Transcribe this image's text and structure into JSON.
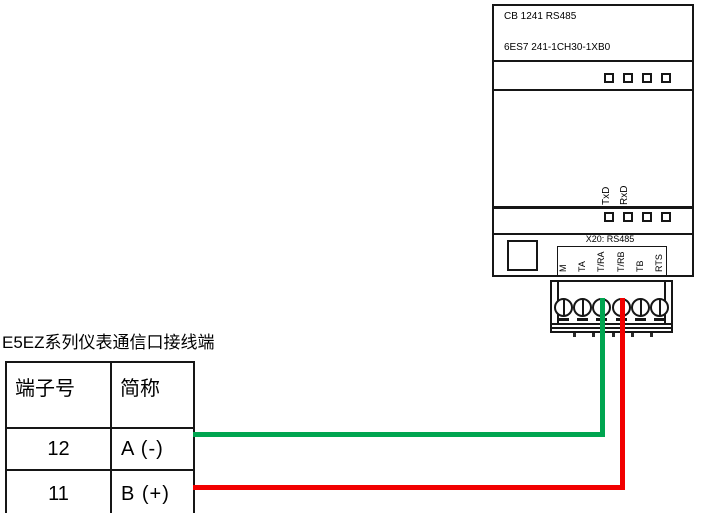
{
  "caption": "E5EZ系列仪表通信口接线端",
  "module": {
    "name": "CB 1241 RS485",
    "part_number": "6ES7 241-1CH30-1XB0",
    "signal_labels": [
      "TxD",
      "RxD"
    ],
    "port_label": "X20: RS485",
    "terminal_labels": [
      "M",
      "TA",
      "T/RA",
      "T/RB",
      "TB",
      "RTS"
    ]
  },
  "table": {
    "headers": [
      "端子号",
      "简称"
    ],
    "rows": [
      {
        "no": "12",
        "abbr": "A (-)"
      },
      {
        "no": "11",
        "abbr": "B (+)"
      }
    ]
  },
  "wires": [
    {
      "id": "wire-a",
      "color": "#00a550",
      "from_row": "12 A (-)",
      "to_terminal": "T/RA"
    },
    {
      "id": "wire-b",
      "color": "#f20000",
      "from_row": "11 B (+)",
      "to_terminal": "T/RB"
    }
  ],
  "colors": {
    "line": "#161616",
    "background": "#ffffff"
  }
}
